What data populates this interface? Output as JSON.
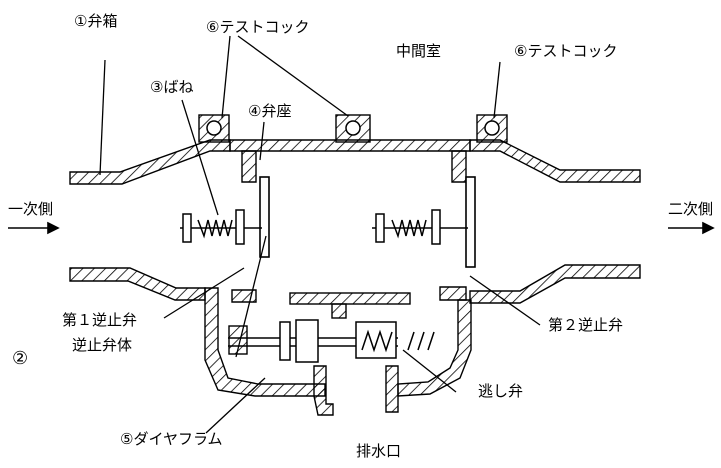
{
  "labels": {
    "valve_box": "①弁箱",
    "test_cock_center": "⑥テストコック",
    "test_cock_right": "⑥テストコック",
    "spring": "③ばね",
    "valve_seat": "④弁座",
    "intermediate_chamber": "中間室",
    "primary_side": "一次側",
    "secondary_side": "二次側",
    "first_check_valve": "第１逆止弁",
    "check_valve_body": "逆止弁体",
    "number_two": "②",
    "second_check_valve": "第２逆止弁",
    "relief_valve": "逃し弁",
    "diaphragm": "⑤ダイヤフラム",
    "drain_port": "排水口"
  },
  "colors": {
    "line": "#000000",
    "background": "#ffffff"
  }
}
